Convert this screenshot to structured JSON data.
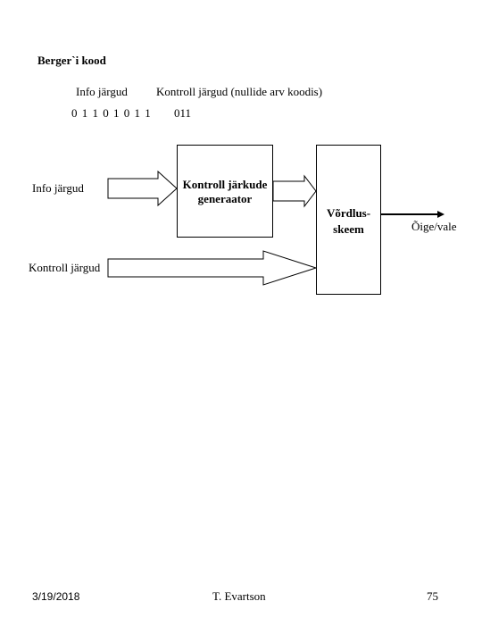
{
  "slide": {
    "title": "Berger`i kood"
  },
  "code_table": {
    "info_header": "Info järgud",
    "control_header": "Kontroll järgud (nullide arv koodis)",
    "info_value": "0 1 1 0 1 0 1 1",
    "control_value": "011"
  },
  "diagram": {
    "input_info_label": "Info järgud",
    "input_control_label": "Kontroll järgud",
    "generator_line1": "Kontroll järkude",
    "generator_line2": "generaator",
    "comparator_line1": "Võrdlus-",
    "comparator_line2": "skeem",
    "output_label": "Õige/vale"
  },
  "footer": {
    "date": "3/19/2018",
    "author": "T. Evartson",
    "page": "75"
  }
}
